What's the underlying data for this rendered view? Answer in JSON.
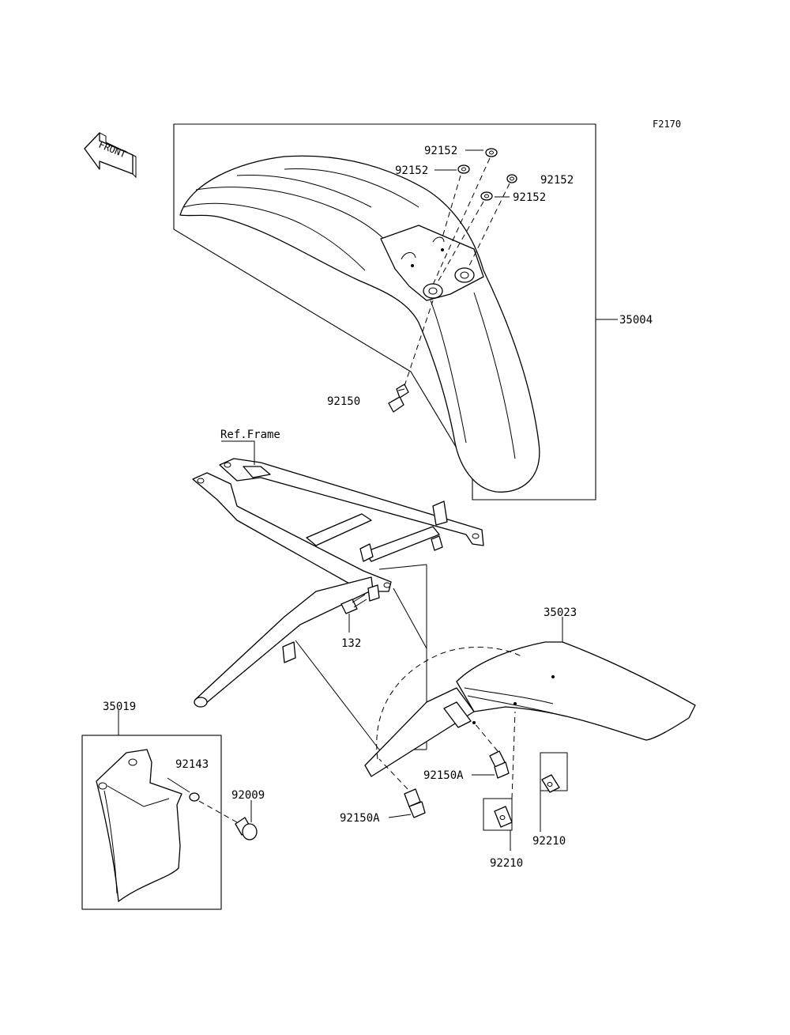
{
  "figure_code": "F2170",
  "front_indicator": "FRONT",
  "ref_frame": "Ref.Frame",
  "callouts": {
    "washer_top": "92152",
    "washer_left": "92152",
    "washer_right_a": "92152",
    "washer_right_b": "92152",
    "front_fender": "35004",
    "front_bolt": "92150",
    "rear_fender": "35023",
    "frame_bolt": "132",
    "flap": "35019",
    "flap_washer": "92143",
    "flap_screw": "92009",
    "rear_bolt_a": "92150A",
    "rear_bolt_b": "92150A",
    "nut_right": "92210",
    "nut_left": "92210"
  }
}
